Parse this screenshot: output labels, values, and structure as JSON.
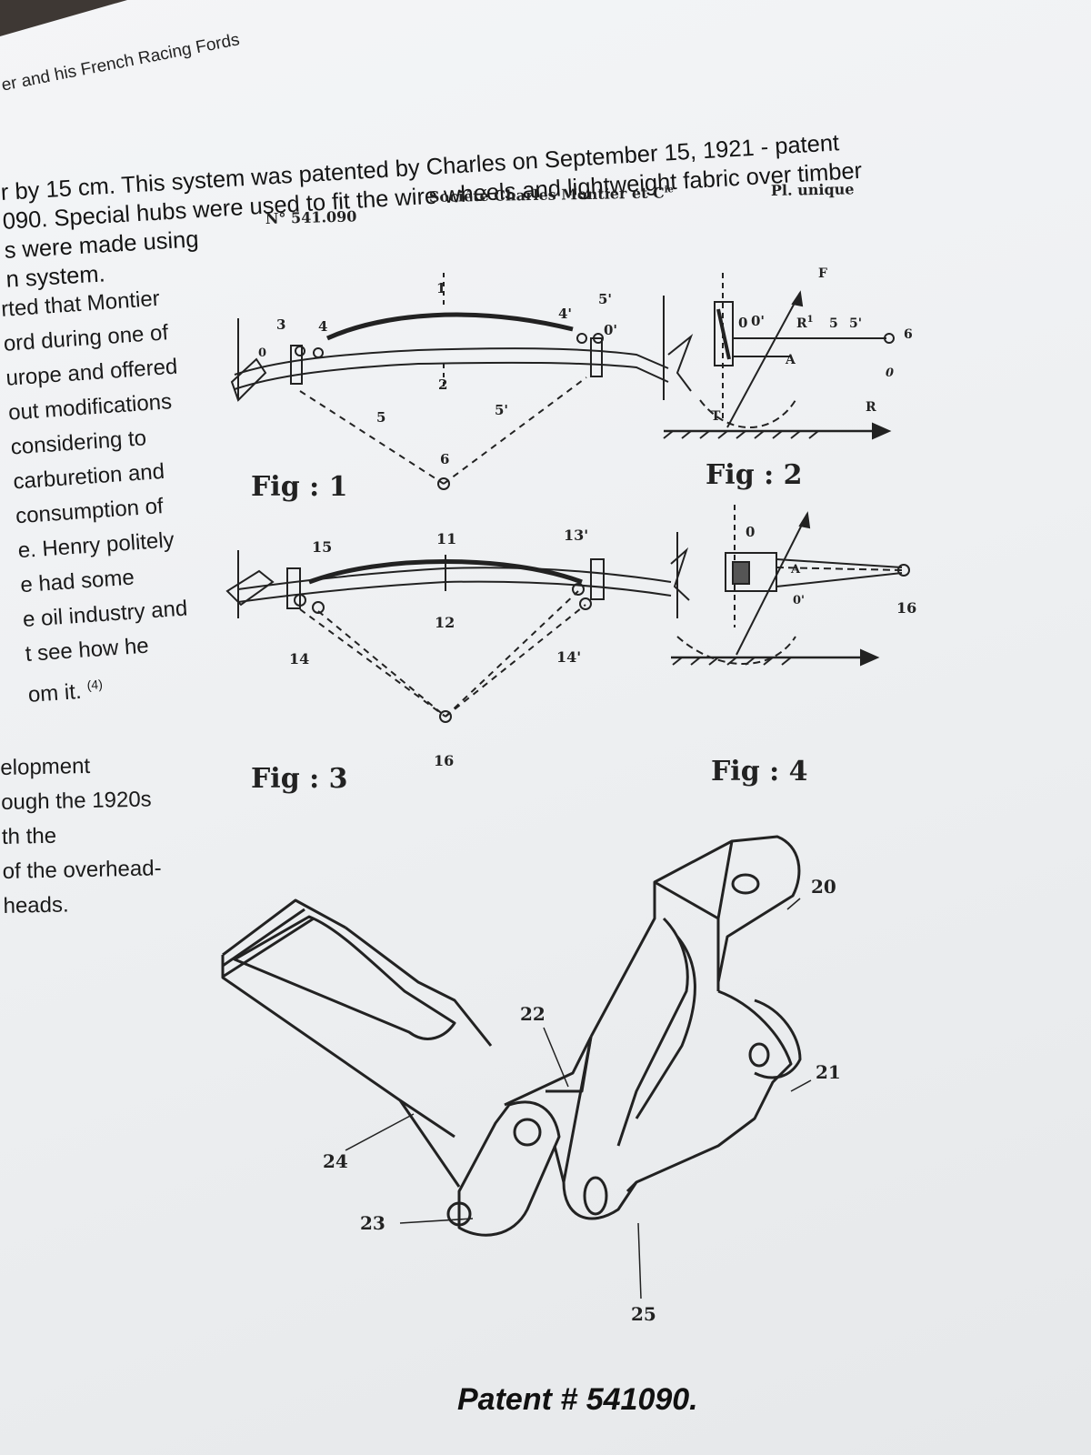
{
  "header": "er and his French Racing Fords",
  "intro_lines": [
    "r by 15 cm.  This system was patented by Charles on September 15, 1921 - patent",
    "090. Special hubs were used to fit the wire wheels and lightweight fabric over timber",
    "s were made using",
    "n system."
  ],
  "column_text_1": [
    "rted that Montier",
    "ord during one of",
    "urope and offered",
    "out modifications",
    "considering to",
    "carburetion and",
    "consumption of",
    "e.  Henry politely",
    "e had some",
    "e oil industry and",
    "t see how he",
    "om it."
  ],
  "footnote_ref": "(4)",
  "column_text_2": [
    "elopment",
    "ough the 1920s",
    "th the",
    "of the overhead-",
    "heads."
  ],
  "patent_plate": {
    "number": "N° 541.090",
    "company": "Société Charles Montier et C",
    "company_sup": "ie",
    "plate": "Pl. unique",
    "fig1": "Fig : 1",
    "fig2": "Fig : 2",
    "fig3": "Fig : 3",
    "fig4": "Fig : 4",
    "fig1_labels": {
      "l0": "0",
      "l3": "3",
      "l4": "4",
      "l1": "1",
      "l4p": "4'",
      "l5p": "5'",
      "l0p": "0'",
      "l2": "2",
      "l5": "5",
      "l5b": "5'",
      "l6": "6"
    },
    "fig2_labels": {
      "l0": "0",
      "l0p": "0'",
      "lF": "F",
      "lR1": "R",
      "lR1sup": "1",
      "l5": "5",
      "l5p": "5'",
      "l6": "6",
      "lA": "A",
      "lR": "R",
      "lT": "T",
      "l0b": "0"
    },
    "fig3_labels": {
      "l15": "15",
      "l11": "11",
      "l13p": "13'",
      "l12": "12",
      "l14": "14",
      "l14p": "14'",
      "l16": "16"
    },
    "fig4_labels": {
      "l0": "0",
      "lA": "A",
      "l0p": "0'",
      "l16": "16"
    },
    "fig5_labels": {
      "l20": "20",
      "l21": "21",
      "l22": "22",
      "l24": "24",
      "l23": "23",
      "l25": "25"
    }
  },
  "caption": "Patent # 541090."
}
